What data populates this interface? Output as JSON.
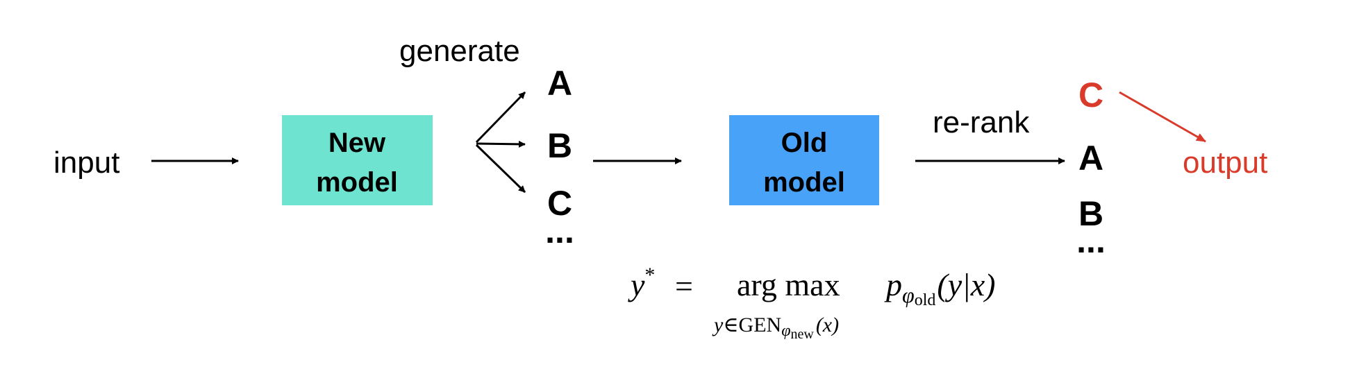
{
  "colors": {
    "new_model_box": "#6EE3D0",
    "old_model_box": "#48A2F8",
    "highlight": "#D93A2A",
    "arrow": "#000000"
  },
  "input_label": "input",
  "new_model": {
    "line1": "New",
    "line2": "model"
  },
  "generate_label": "generate",
  "generated_candidates": [
    "A",
    "B",
    "C"
  ],
  "generated_ellipsis": "...",
  "old_model": {
    "line1": "Old",
    "line2": "model"
  },
  "rerank_label": "re-rank",
  "reranked_candidates": [
    "C",
    "A",
    "B"
  ],
  "reranked_ellipsis": "...",
  "output_label": "output",
  "formula": {
    "lhs": "y",
    "lhs_sup": "*",
    "equals": "=",
    "operator": "arg max",
    "under_y": "y",
    "under_in": "∈",
    "under_gen": "GEN",
    "under_phi": "φ",
    "under_phi_sub": "new",
    "under_arg": "(x)",
    "p": "p",
    "p_phi": "φ",
    "p_phi_sub": "old",
    "p_args": "(y|x)"
  }
}
